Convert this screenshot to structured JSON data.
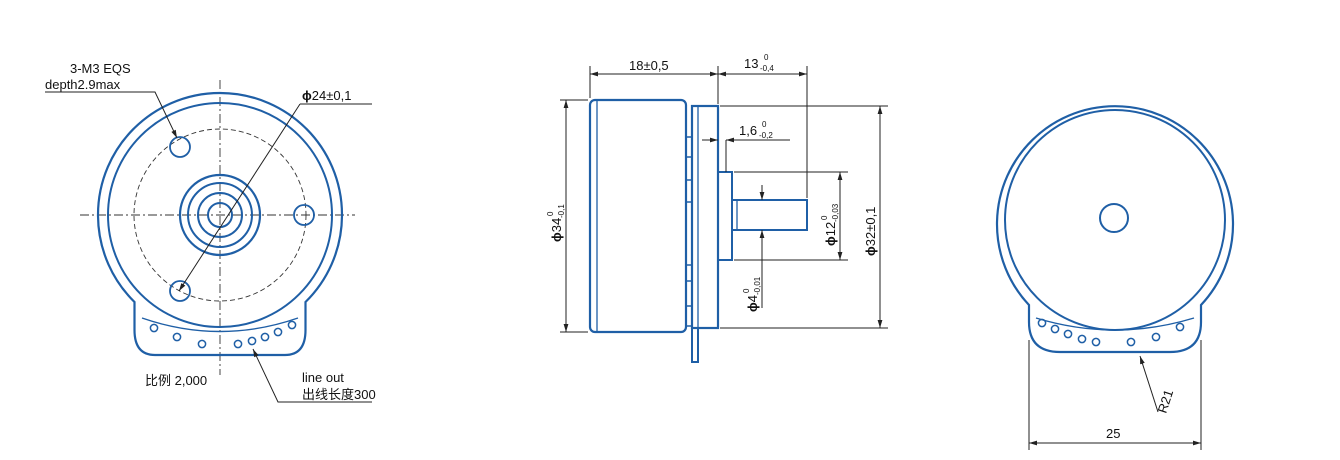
{
  "front_view": {
    "hole_note_line1": "3-M3 EQS",
    "hole_note_line2": "depth2.9max",
    "pcd_prefix": "ϕ",
    "pcd_value": "24",
    "pcd_tol": "±0,1",
    "scale_label": "比例 2,000",
    "line_out_en": "line out",
    "line_out_cn": "出线长度300"
  },
  "side_view": {
    "body_length": "18±0,5",
    "shaft_length_base": "13",
    "shaft_length_tol_upper": "0",
    "shaft_length_tol_lower": "-0,4",
    "flange_thickness_base": "1,6",
    "flange_thickness_tol_upper": "0",
    "flange_thickness_tol_lower": "-0,2",
    "body_dia_prefix": "ϕ",
    "body_dia_base": "34",
    "body_dia_tol_upper": "0",
    "body_dia_tol_lower": "-0,1",
    "boss_dia_prefix": "ϕ",
    "boss_dia_base": "12",
    "boss_dia_tol_upper": "0",
    "boss_dia_tol_lower": "-0,03",
    "flange_dia_prefix": "ϕ",
    "flange_dia_value": "32±0,1",
    "shaft_dia_prefix": "ϕ",
    "shaft_dia_base": "4",
    "shaft_dia_tol_upper": "0",
    "shaft_dia_tol_lower": "-0,01"
  },
  "rear_view": {
    "radius_label": "R21",
    "width_label": "25"
  },
  "colors": {
    "outline": "#1f5fa6",
    "dimension": "#222222"
  }
}
